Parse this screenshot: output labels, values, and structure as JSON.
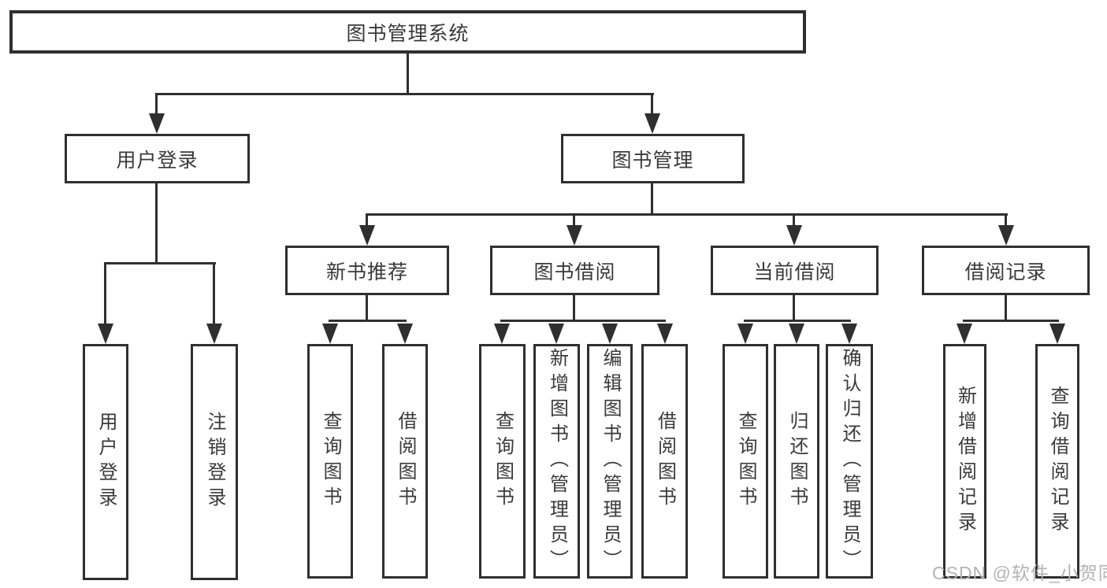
{
  "diagram": {
    "title": "图书管理系统",
    "tree": {
      "root": {
        "label": "图书管理系统"
      },
      "branches": [
        {
          "label": "用户登录",
          "children": [
            {
              "label": "用户登录"
            },
            {
              "label": "注销登录"
            }
          ]
        },
        {
          "label": "图书管理",
          "children": [
            {
              "label": "新书推荐",
              "children": [
                {
                  "label": "查询图书"
                },
                {
                  "label": "借阅图书"
                }
              ]
            },
            {
              "label": "图书借阅",
              "children": [
                {
                  "label": "查询图书"
                },
                {
                  "label": "新增图书（管理员）"
                },
                {
                  "label": "编辑图书（管理员）"
                },
                {
                  "label": "借阅图书"
                }
              ]
            },
            {
              "label": "当前借阅",
              "children": [
                {
                  "label": "查询图书"
                },
                {
                  "label": "归还图书"
                },
                {
                  "label": "确认归还（管理员）"
                }
              ]
            },
            {
              "label": "借阅记录",
              "children": [
                {
                  "label": "新增借阅记录"
                },
                {
                  "label": "查询借阅记录"
                }
              ]
            }
          ]
        }
      ]
    },
    "colors": {
      "line": "#2f2f2f",
      "text": "#3a3a3a",
      "background": "#ffffff",
      "watermark": "#b3b3b3"
    }
  },
  "watermark": {
    "text": "CSDN @软件_小贺同学"
  }
}
